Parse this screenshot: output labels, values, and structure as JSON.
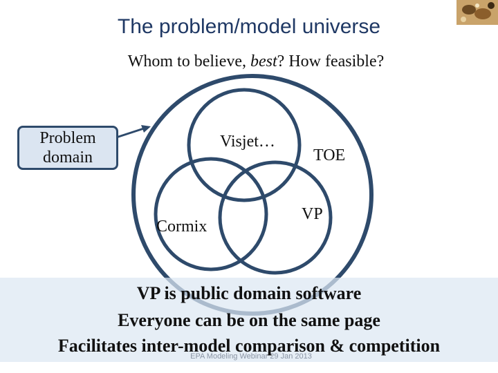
{
  "header": {
    "title": "The problem/model universe",
    "subtitle_part1": "Whom to believe, ",
    "subtitle_italic": "best",
    "subtitle_part2": "? How feasible?"
  },
  "callout": {
    "line1": "Problem",
    "line2": "domain"
  },
  "diagram": {
    "labels": {
      "visjet": "Visjet…",
      "toe": "TOE",
      "vp": "VP",
      "cormix": "Cormix"
    }
  },
  "bullets": [
    "VP is public domain software",
    "Everyone can be on the same page",
    "Facilitates inter-model comparison & competition"
  ],
  "footer": "EPA Modeling Webinar 29 Jan 2013",
  "colors": {
    "title": "#1f3864",
    "circle_stroke": "#2e4a6b",
    "callout_fill": "#dbe5f1",
    "banner_fill": "#dce8f3"
  }
}
